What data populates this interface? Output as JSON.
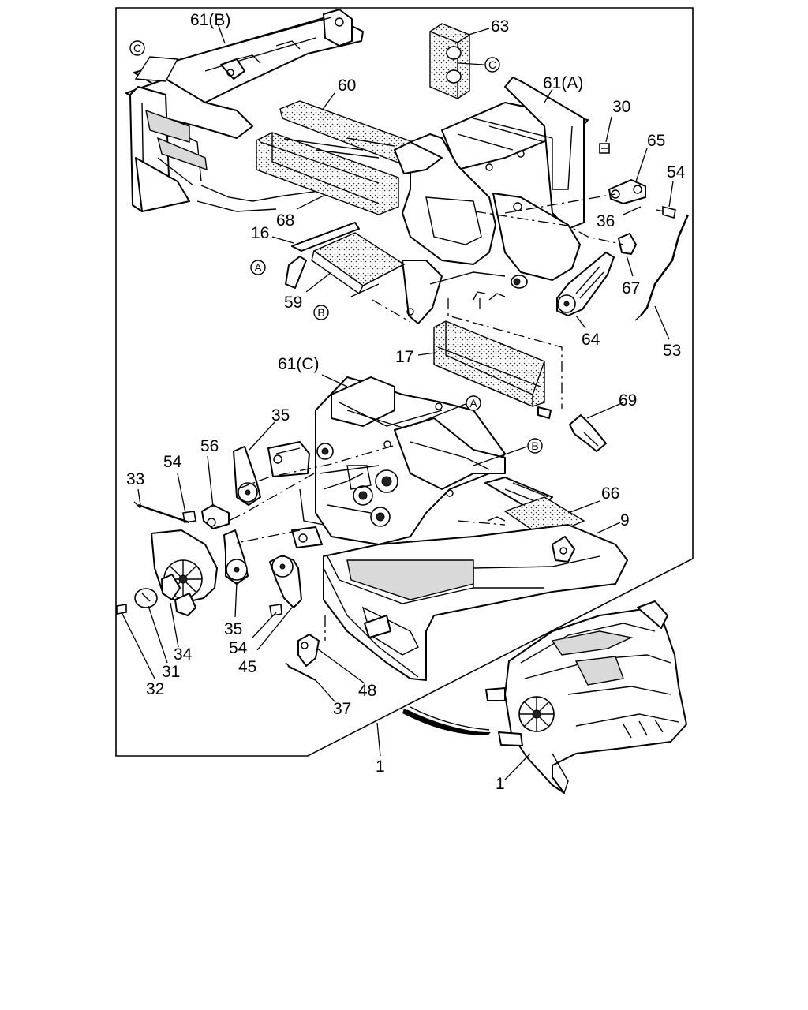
{
  "labels": {
    "l_61b": "61(B)",
    "l_63": "63",
    "l_c_ref": "C",
    "l_c_top": "C",
    "l_61a": "61(A)",
    "l_30": "30",
    "l_60": "60",
    "l_65": "65",
    "l_54_tr": "54",
    "l_36": "36",
    "l_68": "68",
    "l_16": "16",
    "l_a_ref": "A",
    "l_67": "67",
    "l_59": "59",
    "l_b_ref": "B",
    "l_64": "64",
    "l_53": "53",
    "l_17": "17",
    "l_61c": "61(C)",
    "l_a_mid": "A",
    "l_69": "69",
    "l_35_top": "35",
    "l_b_mid": "B",
    "l_56": "56",
    "l_54_left": "54",
    "l_33": "33",
    "l_66": "66",
    "l_9": "9",
    "l_35_bot": "35",
    "l_54_bot": "54",
    "l_34": "34",
    "l_45": "45",
    "l_31": "31",
    "l_32": "32",
    "l_48": "48",
    "l_37": "37",
    "l_1_mid": "1",
    "l_1_inset": "1"
  }
}
